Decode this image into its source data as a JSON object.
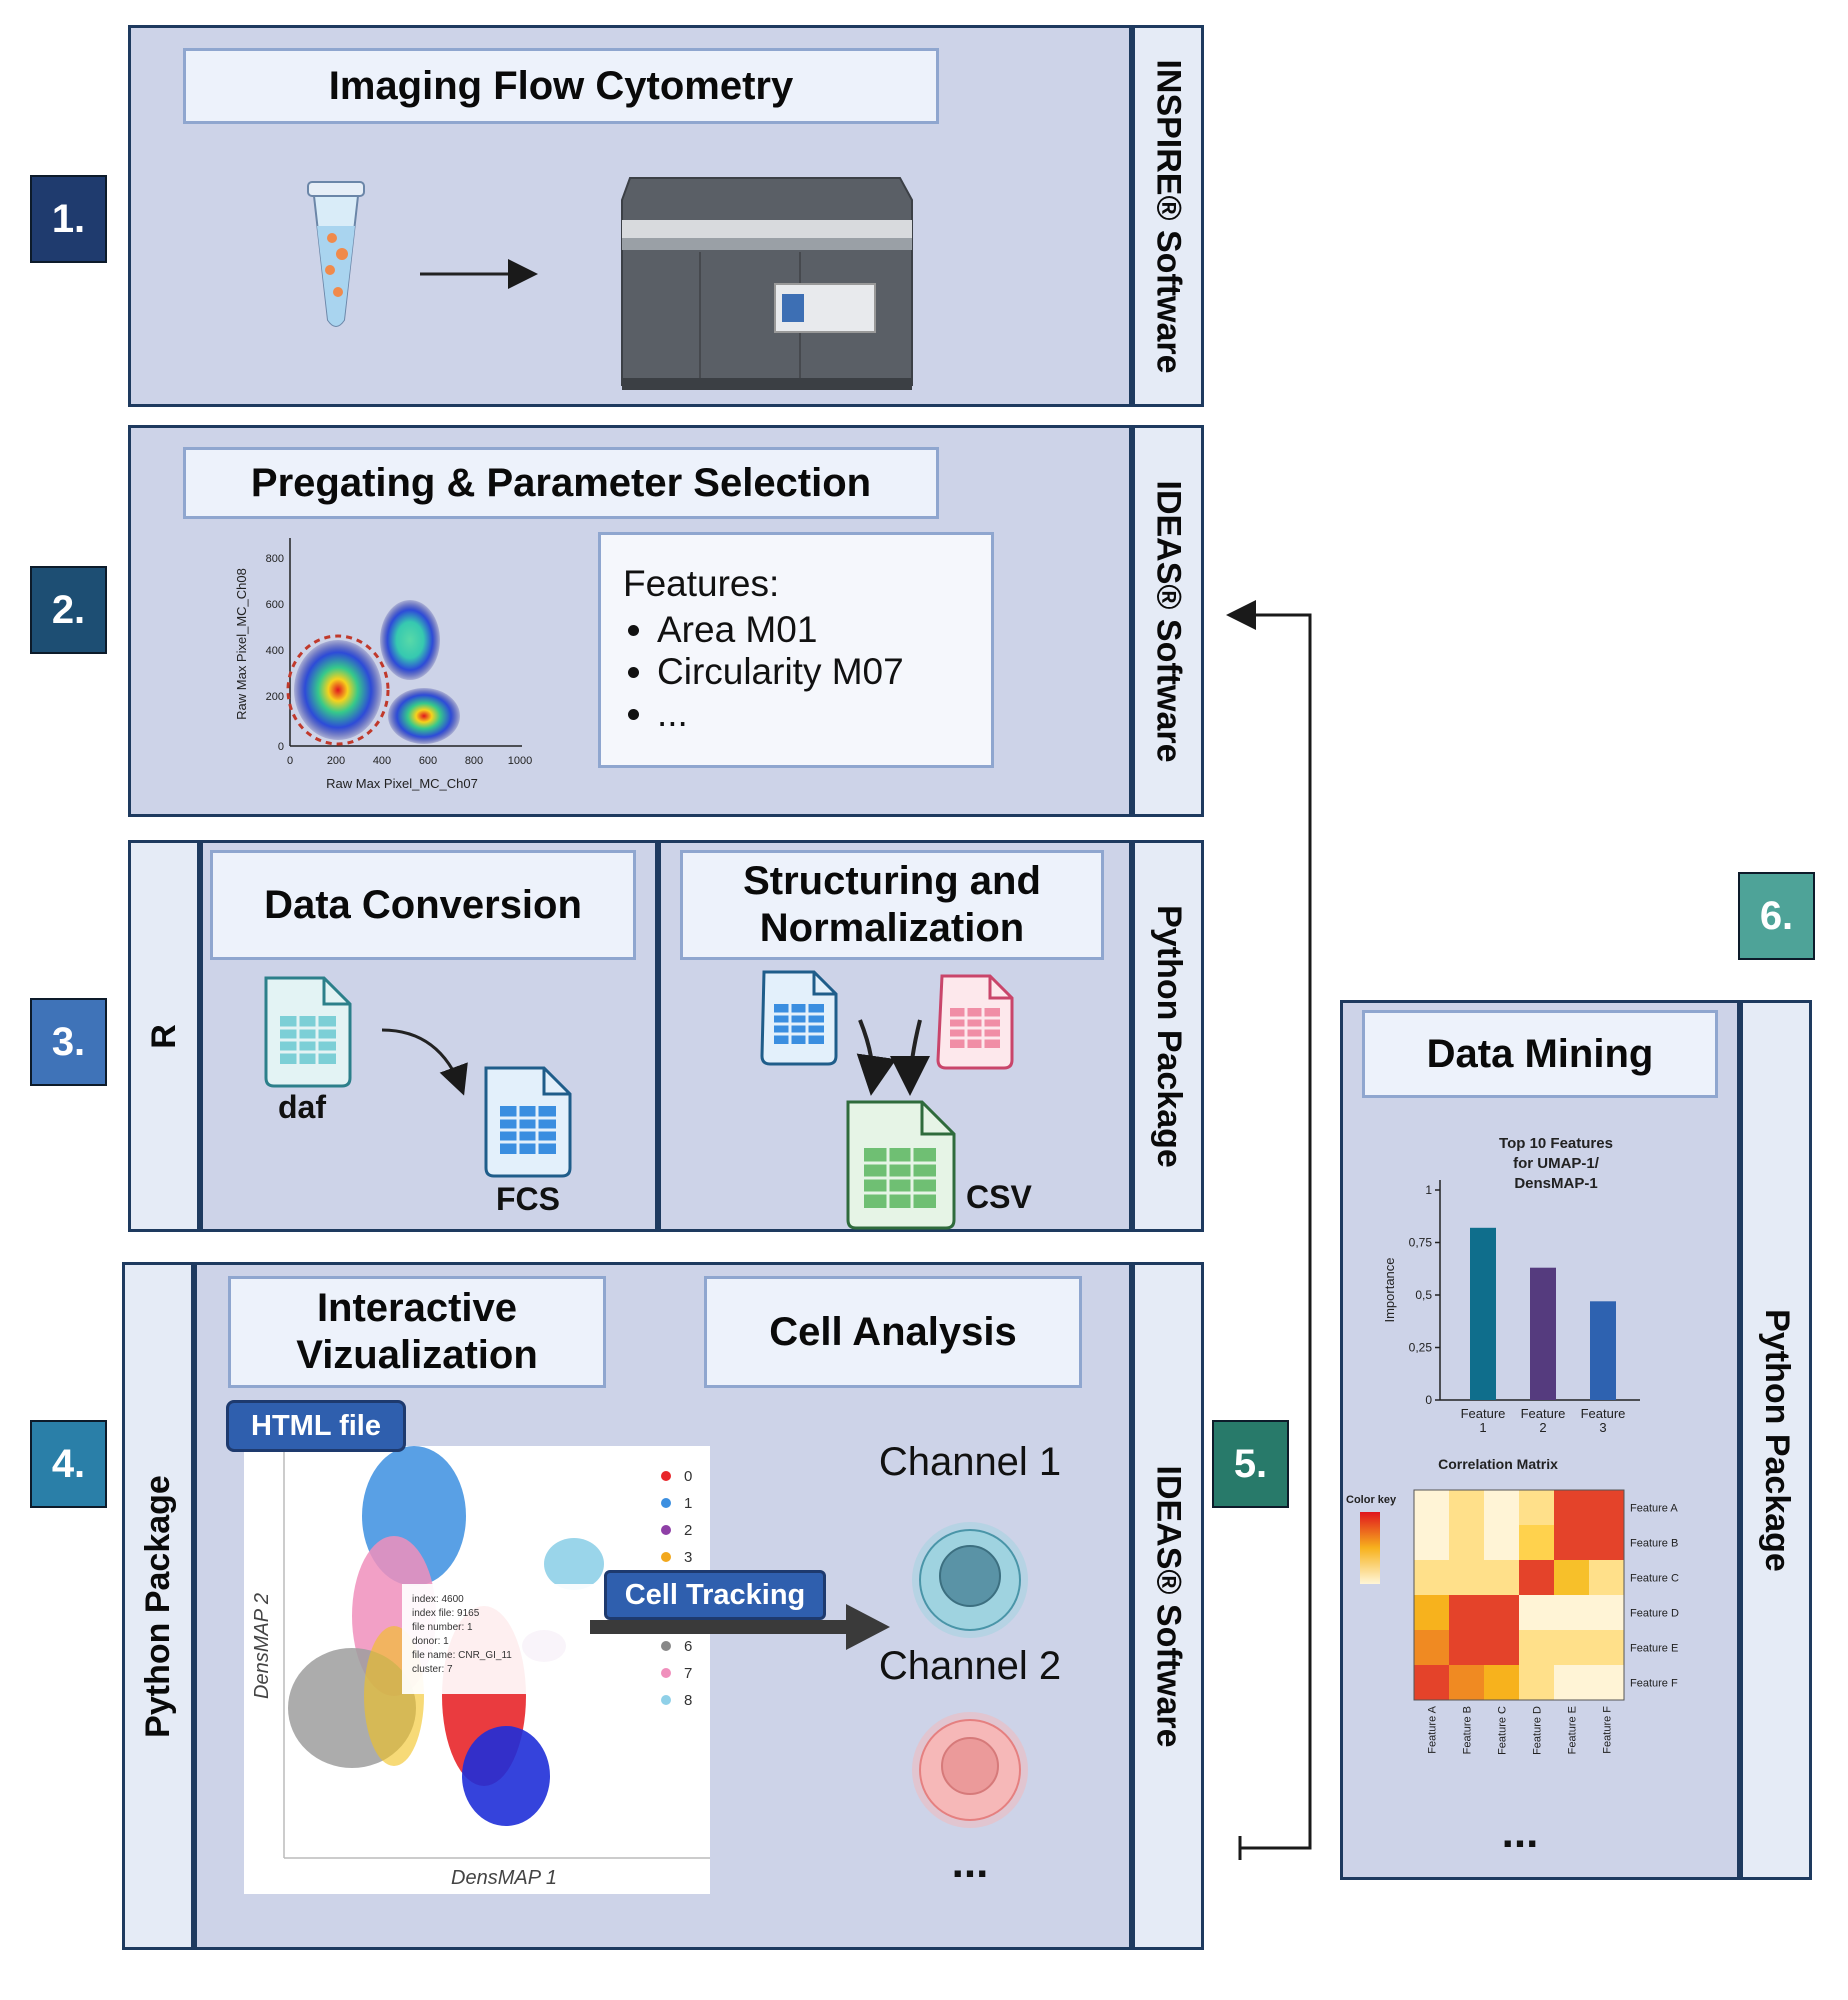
{
  "steps": [
    "1.",
    "2.",
    "3.",
    "4.",
    "5.",
    "6."
  ],
  "panel1": {
    "title": "Imaging Flow Cytometry",
    "side": "INSPIRE® Software"
  },
  "panel2": {
    "title": "Pregating &  Parameter Selection",
    "side": "IDEAS® Software",
    "features_title": "Features:",
    "features": [
      "Area M01",
      "Circularity M07",
      "..."
    ],
    "plot_xlabel": "Raw Max Pixel_MC_Ch07",
    "plot_ylabel": "Raw Max Pixel_MC_Ch08",
    "x_ticks": [
      "0",
      "200",
      "400",
      "600",
      "800",
      "1000"
    ],
    "y_ticks": [
      "0",
      "200",
      "400",
      "600",
      "800"
    ]
  },
  "panel3": {
    "left_side": "R",
    "right_side": "Python Package",
    "conv_title": "Data Conversion",
    "norm_title": "Structuring and Normalization",
    "daf": "daf",
    "fcs": "FCS",
    "csv": "CSV"
  },
  "panel4": {
    "left_side": "Python Package",
    "right_side": "IDEAS® Software",
    "viz_title": "Interactive Vizualization",
    "cell_title": "Cell Analysis",
    "html_badge": "HTML file",
    "tracking_badge": "Cell Tracking",
    "channel1": "Channel 1",
    "channel2": "Channel 2",
    "ellipsis": "...",
    "xlabel": "DensMAP 1",
    "ylabel": "DensMAP 2",
    "legend": [
      "0",
      "1",
      "2",
      "3",
      "6",
      "7",
      "8"
    ],
    "legend_colors": [
      "#e8262a",
      "#3c8fe0",
      "#8e3fa6",
      "#f2a81d",
      "#888888",
      "#f08fbc",
      "#8fd0e8"
    ],
    "tooltip": [
      "index: 4600",
      "index file: 9165",
      "file number: 1",
      "donor: 1",
      "file name: CNR_GI_11",
      "cluster: 7"
    ]
  },
  "panel6": {
    "title": "Data Mining",
    "side": "Python Package",
    "ellipsis": "...",
    "corr_title": "Correlation Matrix",
    "color_key": "Color key",
    "corr_rows": [
      "Feature A",
      "Feature B",
      "Feature C",
      "Feature D",
      "Feature E",
      "Feature F"
    ],
    "corr_cols": [
      "Feature A",
      "Feature B",
      "Feature C",
      "Feature D",
      "Feature E",
      "Feature F"
    ],
    "corr_colors": [
      [
        "#fff4d6",
        "#ffe08a",
        "#fff4d6",
        "#ffe08a",
        "#e4432a",
        "#e4432a"
      ],
      [
        "#fff4d6",
        "#ffe08a",
        "#fff4d6",
        "#ffd24d",
        "#e4432a",
        "#e4432a"
      ],
      [
        "#ffe08a",
        "#ffe08a",
        "#ffe08a",
        "#e4432a",
        "#f7c02a",
        "#ffe08a"
      ],
      [
        "#f7b21d",
        "#e4432a",
        "#e4432a",
        "#fff4d6",
        "#fff4d6",
        "#fff4d6"
      ],
      [
        "#f08a22",
        "#e4432a",
        "#e4432a",
        "#ffe08a",
        "#ffe08a",
        "#ffe08a"
      ],
      [
        "#e4432a",
        "#f08a22",
        "#f7b21d",
        "#ffe08a",
        "#fff4d6",
        "#fff4d6"
      ]
    ]
  },
  "chart_data": {
    "type": "bar",
    "title": "Top 10 Features for UMAP-1/ DensMAP-1",
    "categories": [
      "Feature 1",
      "Feature 2",
      "Feature 3"
    ],
    "values": [
      0.82,
      0.63,
      0.47
    ],
    "colors": [
      "#0f6e8c",
      "#553b7e",
      "#2e62b0"
    ],
    "ylabel": "Importance",
    "ylim": [
      0,
      1
    ],
    "yticks": [
      "0",
      "0,25",
      "0,5",
      "0,75",
      "1"
    ]
  }
}
